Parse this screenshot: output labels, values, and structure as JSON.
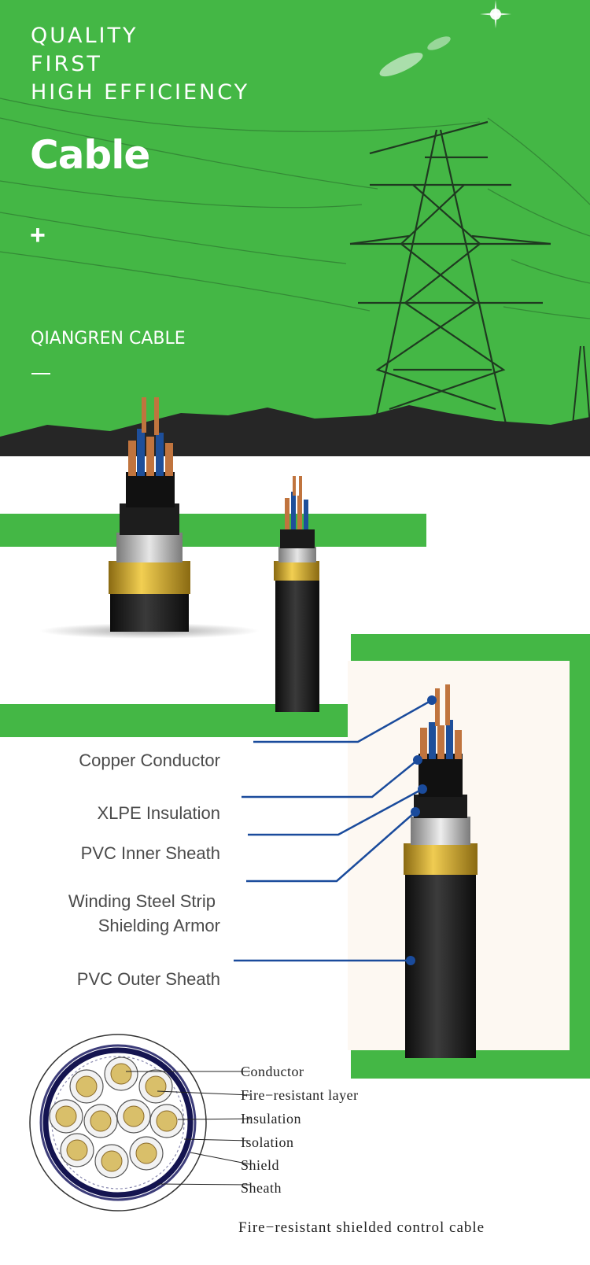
{
  "hero": {
    "slogan_line1": "QUALITY",
    "slogan_line2": "FIRST",
    "slogan_line3": "HIGH EFFICIENCY",
    "title": "Cable",
    "plus_symbol": "+",
    "company": "QIANGREN CABLE",
    "background_color": "#44b745"
  },
  "structure": {
    "labels": {
      "copper_conductor": "Copper Conductor",
      "xlpe_insulation": "XLPE Insulation",
      "pvc_inner_sheath": "PVC Inner Sheath",
      "armor_line1": "Winding Steel Strip",
      "armor_line2": "Shielding Armor",
      "pvc_outer_sheath": "PVC Outer Sheath"
    },
    "leader_color": "#1a4b9c"
  },
  "cross_section": {
    "labels": {
      "conductor": "Conductor",
      "fire_resistant_layer": "Fire−resistant layer",
      "insulation": "Insulation",
      "isolation": "Isolation",
      "shield": "Shield",
      "sheath": "Sheath"
    },
    "caption": "Fire−resistant shielded control cable"
  },
  "colors": {
    "accent_green": "#44b745",
    "sheath_black": "#1b1b1b",
    "copper": "#c0743e",
    "gold_tape": "#c9a129"
  }
}
